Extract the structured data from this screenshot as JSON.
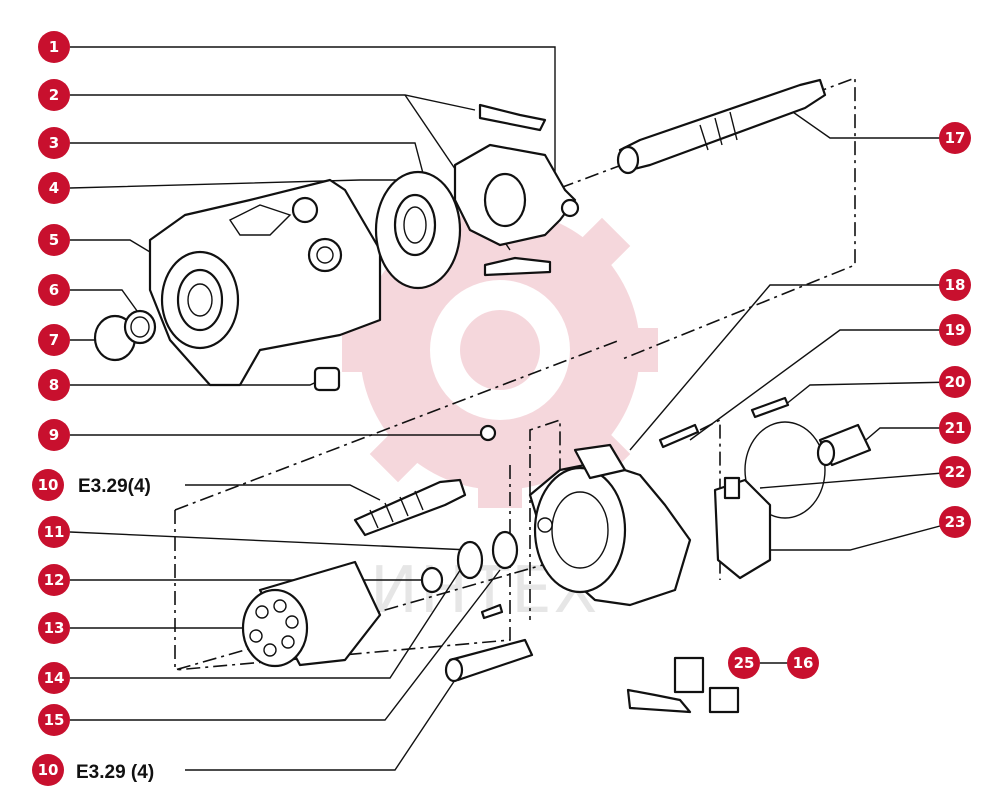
{
  "diagram": {
    "watermark_text": "ИНТЕХ",
    "accent_color": "#c8102e",
    "callouts": [
      {
        "id": "c1",
        "label": "1"
      },
      {
        "id": "c2",
        "label": "2"
      },
      {
        "id": "c3",
        "label": "3"
      },
      {
        "id": "c4",
        "label": "4"
      },
      {
        "id": "c5",
        "label": "5"
      },
      {
        "id": "c6",
        "label": "6"
      },
      {
        "id": "c7",
        "label": "7"
      },
      {
        "id": "c8",
        "label": "8"
      },
      {
        "id": "c9",
        "label": "9"
      },
      {
        "id": "c10a",
        "label": "10"
      },
      {
        "id": "c11",
        "label": "11"
      },
      {
        "id": "c12",
        "label": "12"
      },
      {
        "id": "c13",
        "label": "13"
      },
      {
        "id": "c14",
        "label": "14"
      },
      {
        "id": "c15",
        "label": "15"
      },
      {
        "id": "c10b",
        "label": "10"
      },
      {
        "id": "c17",
        "label": "17"
      },
      {
        "id": "c18",
        "label": "18"
      },
      {
        "id": "c19",
        "label": "19"
      },
      {
        "id": "c20",
        "label": "20"
      },
      {
        "id": "c21",
        "label": "21"
      },
      {
        "id": "c22",
        "label": "22"
      },
      {
        "id": "c23",
        "label": "23"
      },
      {
        "id": "c25",
        "label": "25"
      },
      {
        "id": "c16",
        "label": "16"
      }
    ],
    "references": [
      {
        "id": "ref-top",
        "text": "E3.29(4)"
      },
      {
        "id": "ref-bottom",
        "text": "E3.29 (4)"
      }
    ]
  }
}
